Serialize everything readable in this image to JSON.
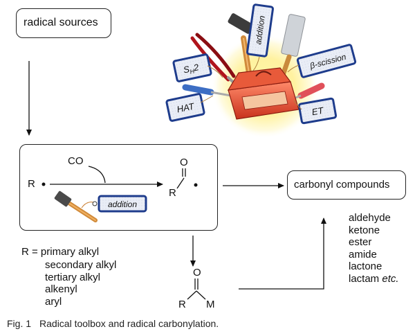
{
  "nodes": {
    "radical_sources": "radical sources",
    "carbonyl_compounds": "carbonyl compounds"
  },
  "toolbox_tags": {
    "sh2": "SH2",
    "addition": "addition",
    "beta_scission": "β-scission",
    "hat": "HAT",
    "et": "ET"
  },
  "reaction": {
    "r_radical": "R",
    "co": "CO",
    "acyl_r": "R",
    "acyl_o": "O",
    "tag_addition": "addition"
  },
  "r_groups": {
    "prefix": "R = primary alkyl",
    "items": [
      "secondary alkyl",
      "tertiary alkyl",
      "alkenyl",
      "aryl"
    ]
  },
  "acyl_metal": {
    "r": "R",
    "o": "O",
    "m": "M"
  },
  "products": [
    "aldehyde",
    "ketone",
    "ester",
    "amide",
    "lactone",
    "lactam"
  ],
  "products_suffix": "etc.",
  "caption": {
    "label": "Fig. 1",
    "text": "Radical toolbox and radical carbonylation."
  }
}
